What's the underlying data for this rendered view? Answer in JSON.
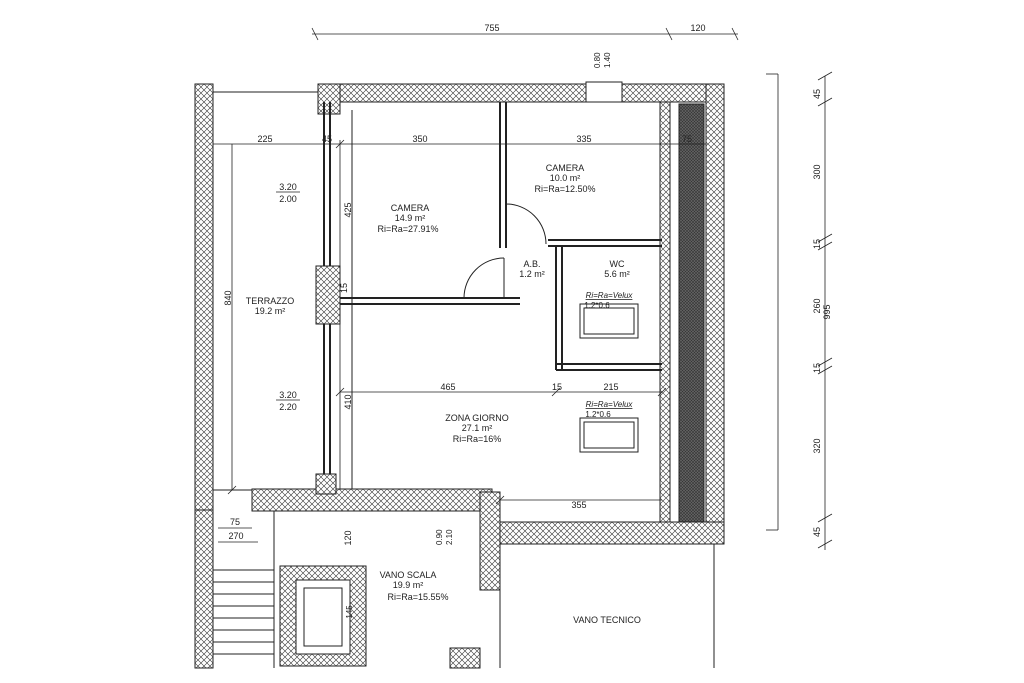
{
  "rooms": {
    "terrazzo": {
      "name": "TERRAZZO",
      "area": "19.2 m²"
    },
    "camera1": {
      "name": "CAMERA",
      "area": "14.9 m²",
      "ratio": "Ri=Ra=27.91%"
    },
    "camera2": {
      "name": "CAMERA",
      "area": "10.0 m²",
      "ratio": "Ri=Ra=12.50%"
    },
    "ab": {
      "name": "A.B.",
      "area": "1.2 m²"
    },
    "wc": {
      "name": "WC",
      "area": "5.6 m²",
      "velux": "Ri=Ra=Velux",
      "velux_size": "1.2*0.6"
    },
    "zona_giorno": {
      "name": "ZONA GIORNO",
      "area": "27.1 m²",
      "ratio": "Ri=Ra=16%",
      "velux": "Ri=Ra=Velux",
      "velux_size": "1.2*0.6"
    },
    "vano_scala": {
      "name": "VANO SCALA",
      "area": "19.9 m²",
      "ratio": "Ri=Ra=15.55%"
    },
    "vano_tecnico": {
      "name": "VANO TECNICO"
    }
  },
  "dimensions": {
    "top_755": "755",
    "top_120": "120",
    "chimney_080": "0.80",
    "chimney_140": "1.40",
    "row_225": "225",
    "row_45": "45",
    "row_350": "350",
    "row_335": "335",
    "row_75": "75",
    "d_425": "425",
    "d_840": "840",
    "d_15": "15",
    "d_410": "410",
    "win1_320": "3.20",
    "win1_200": "2.00",
    "win2_320": "3.20",
    "win2_220": "2.20",
    "mid_465": "465",
    "mid_15": "15",
    "mid_215": "215",
    "bot_355": "355",
    "bot_75": "75",
    "bot_270": "270",
    "d_120": "120",
    "door_090": "0.90",
    "door_210": "2.10",
    "stair_145": "145",
    "right_45a": "45",
    "right_300": "300",
    "right_15a": "15",
    "right_260": "260",
    "right_15b": "15",
    "right_320": "320",
    "right_45b": "45",
    "right_995": "995"
  }
}
